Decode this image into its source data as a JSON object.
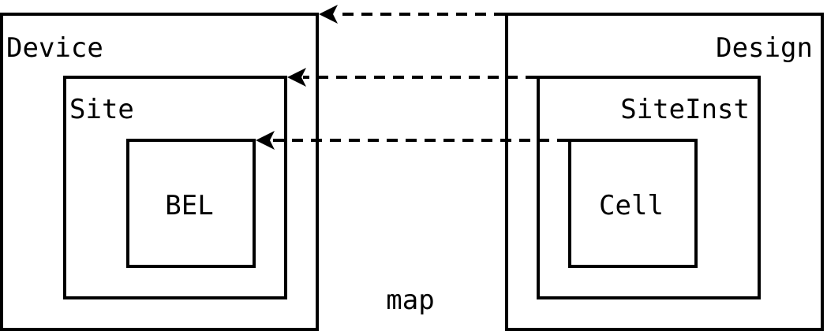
{
  "device": {
    "label": "Device",
    "site": {
      "label": "Site",
      "bel": {
        "label": "BEL"
      }
    }
  },
  "design": {
    "label": "Design",
    "siteinst": {
      "label": "SiteInst",
      "cell": {
        "label": "Cell"
      }
    }
  },
  "relation": {
    "label": "map"
  }
}
